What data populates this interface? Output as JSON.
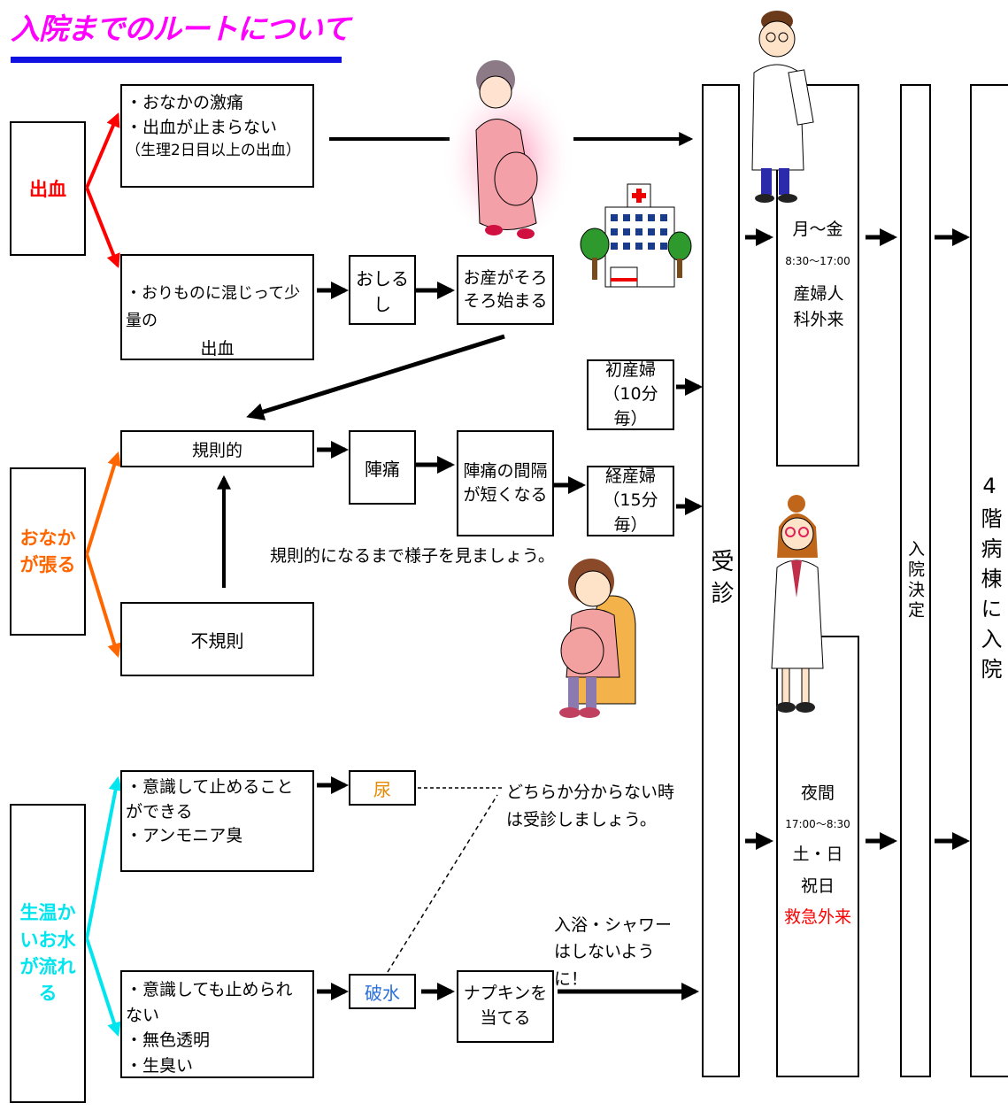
{
  "title": "入院までのルートについて",
  "colors": {
    "title": "#ff00ff",
    "bleeding": "#ff0000",
    "contractions": "#ff6600",
    "water": "#00e5ee",
    "urine": "#e58a00",
    "rupture": "#2a6fdb",
    "emergency": "#ff0000",
    "rule": "#1010e0"
  },
  "categories": {
    "bleeding": "出血",
    "contractions": "おなかが張る",
    "water": "生温かいお水が流れる"
  },
  "bleeding": {
    "heavy_lines": [
      "・おなかの激痛",
      "・出血が止まらない",
      "（生理2日目以上の出血）"
    ],
    "show_lines": [
      "・おりものに混じって少量の",
      "出血"
    ],
    "oshirushi": "おしるし",
    "labor_start": "お産がそろそろ始まる"
  },
  "contractions": {
    "regular": "規則的",
    "irregular": "不規則",
    "pains": "陣痛",
    "interval": "陣痛の間隔が短くなる",
    "primipara": "初産婦（10分毎）",
    "multipara": "経産婦（15分毎）",
    "watch_note": "規則的になるまで様子を見ましょう。"
  },
  "water": {
    "can_stop_lines": [
      "・意識して止めることができる",
      "・アンモニア臭"
    ],
    "cannot_stop_lines": [
      "・意識しても止められない",
      "・無色透明",
      "・生臭い"
    ],
    "urine": "尿",
    "rupture": "破水",
    "napkin": "ナプキンを当てる",
    "unsure_note": "どちらか分からない時は受診しましょう。",
    "bath_note": "入浴・シャワーはしないように！"
  },
  "exam": "受診",
  "day_clinic": {
    "days": "月～金",
    "hours": "8:30～17:00",
    "dept": "産婦人科外来"
  },
  "night_clinic": {
    "night": "夜間",
    "hours": "17:00～8:30",
    "weekend": "土・日",
    "holiday": "祝日",
    "dept": "救急外来"
  },
  "admission_decision": "入院決定",
  "ward": "4階病棟に入院",
  "illustrations": [
    "pregnant-woman-pain-icon",
    "hospital-icon",
    "doctor-man-icon",
    "pregnant-woman-chair-icon",
    "doctor-woman-icon"
  ]
}
